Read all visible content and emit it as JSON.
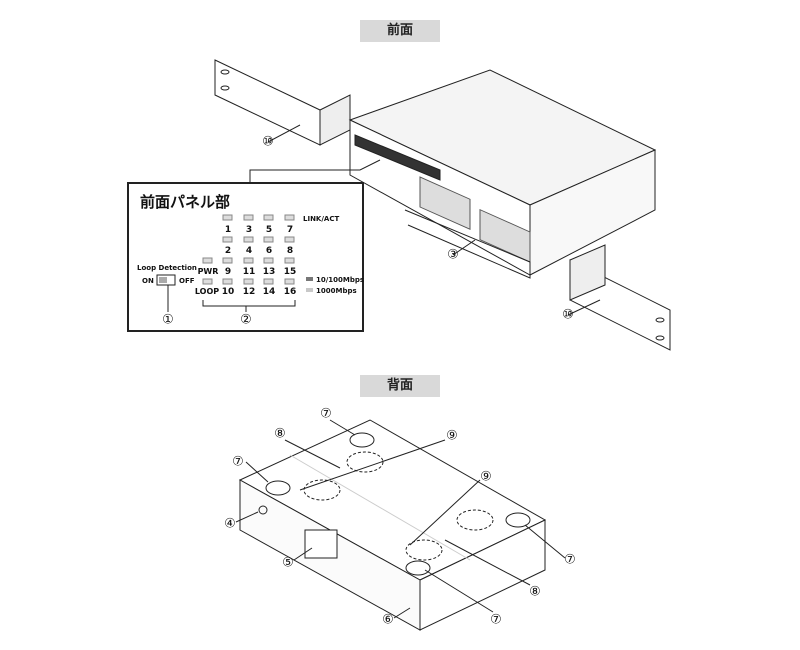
{
  "sections": {
    "front": "前面",
    "back": "背面"
  },
  "panel": {
    "title": "前面パネル部",
    "link_act": "LINK/ACT",
    "ports_top": [
      "1",
      "3",
      "5",
      "7"
    ],
    "ports_2": [
      "2",
      "4",
      "6",
      "8"
    ],
    "ports_3": [
      "9",
      "11",
      "13",
      "15"
    ],
    "ports_4": [
      "10",
      "12",
      "14",
      "16"
    ],
    "pwr": "PWR",
    "loop": "LOOP",
    "loop_detection": "Loop Detection",
    "on": "ON",
    "off": "OFF",
    "legend_1": "10/100Mbps",
    "legend_2": "1000Mbps",
    "legend_colors": [
      "#777777",
      "#c8c8c8"
    ]
  },
  "callouts": {
    "c1": "①",
    "c2": "②",
    "c3": "③",
    "c4": "④",
    "c5": "⑤",
    "c6": "⑥",
    "c7": "⑦",
    "c8": "⑧",
    "c9": "⑨",
    "c10": "⑩"
  }
}
